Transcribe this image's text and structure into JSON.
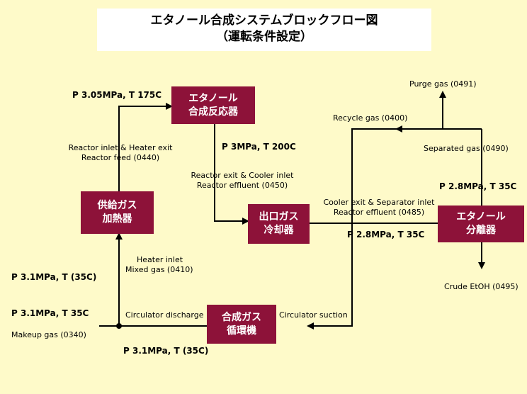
{
  "title": {
    "line1": "エタノール合成システムブロックフロー図",
    "line2": "（運転条件設定）"
  },
  "units": {
    "reactor": [
      "エタノール",
      "合成反応器"
    ],
    "heater": [
      "供給ガス",
      "加熱器"
    ],
    "cooler": [
      "出口ガス",
      "冷却器"
    ],
    "separator": [
      "エタノール",
      "分離器"
    ],
    "compressor": [
      "合成ガス",
      "循環機"
    ]
  },
  "streams": {
    "reactor_inlet": [
      "Reactor inlet & Heater exit",
      "Reactor feed (0440)"
    ],
    "reactor_exit": [
      "Reactor exit & Cooler inlet",
      "Reactor effluent (0450)"
    ],
    "cooler_exit": [
      "Cooler exit & Separator inlet",
      "Reactor effluent (0485)"
    ],
    "heater_inlet": [
      "Heater inlet",
      "Mixed gas (0410)"
    ],
    "recycle": "Recycle gas (0400)",
    "purge": "Purge gas (0491)",
    "separated": "Separated gas (0490)",
    "crude": "Crude EtOH (0495)",
    "circ_discharge": "Circulator discharge",
    "circ_suction": "Circulator suction",
    "makeup": "Makeup gas (0340)"
  },
  "conditions": {
    "reactor_in": "P 3.05MPa, T 175C",
    "reactor_out": "P 3MPa, T 200C",
    "sep_top": "P 2.8MPa, T 35C",
    "sep_in": "P 2.8MPa, T 35C",
    "heater_in": "P 3.1MPa, T (35C)",
    "makeup": "P 3.1MPa, T 35C",
    "circ_out": "P 3.1MPa, T (35C)"
  }
}
